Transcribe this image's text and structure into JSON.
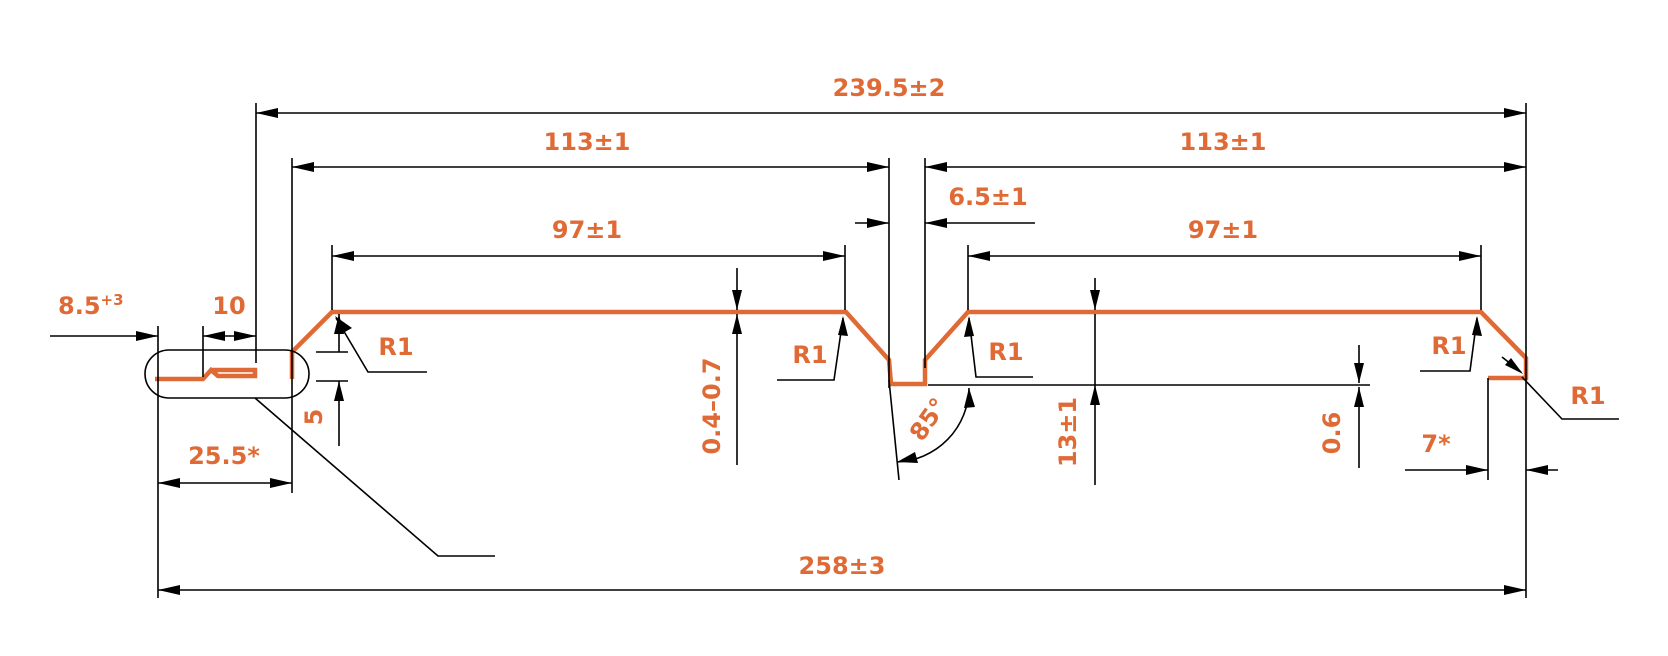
{
  "colors": {
    "profile": "#e06a35",
    "dimension": "#000000",
    "background": "#ffffff"
  },
  "labels": {
    "overall_width": "239.5±2",
    "left_rib_pitch": "113±1",
    "right_rib_pitch": "113±1",
    "groove_width": "6.5±1",
    "left_flat": "97±1",
    "right_flat": "97±1",
    "lock_offset": "8.5",
    "lock_offset_tol": "+3",
    "lock_width": "10",
    "radius_1": "R1",
    "radius_2": "R1",
    "radius_3": "R1",
    "radius_4": "R1",
    "radius_5": "R1",
    "step_height": "5",
    "thickness": "0.4–0.7",
    "angle": "85°",
    "profile_height": "13±1",
    "lower_thickness": "0.6",
    "lock_length": "25.5*",
    "right_flange": "7*",
    "total_length": "258±3"
  }
}
